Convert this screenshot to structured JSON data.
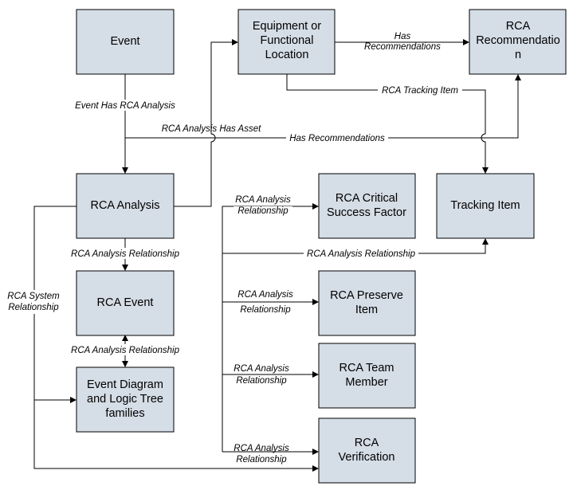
{
  "boxes": {
    "event": "Event",
    "equipment": [
      "Equipment or",
      "Functional",
      "Location"
    ],
    "rca_recommendation": [
      "RCA",
      "Recommendatio",
      "n"
    ],
    "rca_analysis": "RCA Analysis",
    "critical_success_factor": [
      "RCA Critical",
      "Success Factor"
    ],
    "tracking_item": "Tracking Item",
    "rca_event": "RCA Event",
    "event_diagram": [
      "Event Diagram",
      "and Logic Tree",
      "families"
    ],
    "preserve_item": [
      "RCA Preserve",
      "Item"
    ],
    "team_member": [
      "RCA Team",
      "Member"
    ],
    "verification": [
      "RCA",
      "Verification"
    ]
  },
  "labels": {
    "has_recommendations_top": [
      "Has",
      "Recommendations"
    ],
    "rca_tracking_item": "RCA Tracking Item",
    "event_has_rca_analysis": "Event Has RCA Analysis",
    "rca_analysis_has_asset": "RCA Analysis Has Asset",
    "has_recommendations_mid": "Has Recommendations",
    "rel_csf": [
      "RCA Analysis",
      "Relationship"
    ],
    "rel_tracking": "RCA Analysis Relationship",
    "rel_rca_event": "RCA Analysis Relationship",
    "rel_preserve": [
      "RCA Analysis",
      "Relationship"
    ],
    "rel_event_diagram": "RCA Analysis Relationship",
    "rel_team": [
      "RCA Analysis",
      "Relationship"
    ],
    "rel_verification": [
      "RCA Analysis",
      "Relationship"
    ],
    "system_relationship": [
      "RCA System",
      "Relationship"
    ]
  }
}
